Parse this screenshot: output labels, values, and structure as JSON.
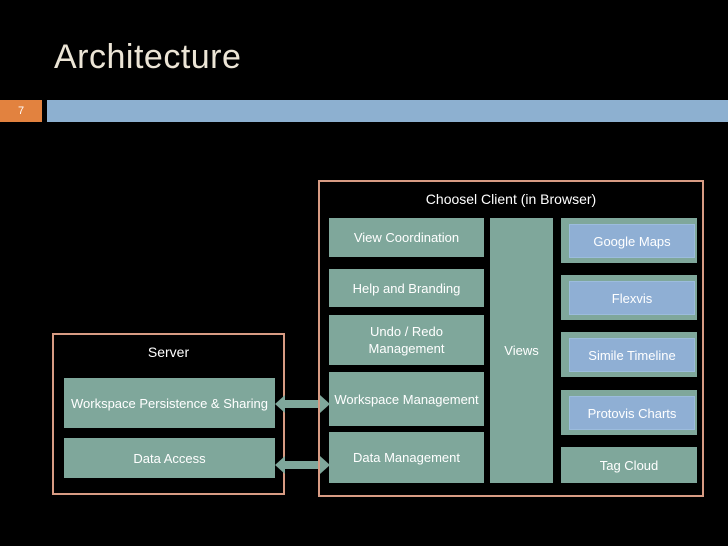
{
  "slide": {
    "title": "Architecture",
    "number": "7",
    "background_color": "#000000",
    "title_color": "#ece5d6",
    "badge_color": "#e2823f",
    "header_bar_color": "#8db0d0",
    "group_border_color": "#d79b83",
    "teal_color": "#7fa79b",
    "blue_color": "#8fafd4"
  },
  "server": {
    "label": "Server",
    "items": [
      {
        "label": "Workspace Persistence & Sharing"
      },
      {
        "label": "Data Access"
      }
    ]
  },
  "client": {
    "label": "Choosel Client (in Browser)",
    "services": [
      {
        "label": "View Coordination"
      },
      {
        "label": "Help and Branding"
      },
      {
        "label": "Undo / Redo Management"
      },
      {
        "label": "Workspace Management"
      },
      {
        "label": "Data Management"
      }
    ],
    "views_column": {
      "label": "Views"
    },
    "view_widgets": [
      {
        "label": "Google Maps",
        "nested": true
      },
      {
        "label": "Flexvis",
        "nested": true
      },
      {
        "label": "Simile Timeline",
        "nested": true
      },
      {
        "label": "Protovis Charts",
        "nested": true
      },
      {
        "label": "Tag Cloud",
        "nested": false
      }
    ]
  },
  "connectors": [
    {
      "name": "workspace-persistence-to-workspace-management"
    },
    {
      "name": "data-access-to-data-management"
    }
  ]
}
